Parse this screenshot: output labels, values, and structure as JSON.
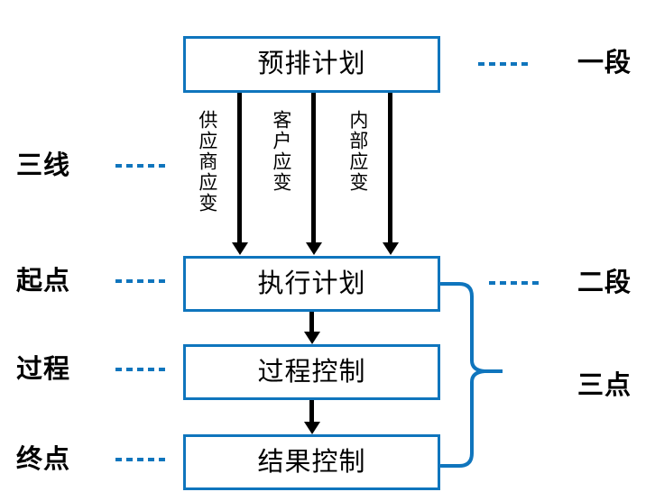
{
  "diagram": {
    "title_boxes": {
      "plan": "预排计划",
      "execute": "执行计划",
      "process_control": "过程控制",
      "result_control": "结果控制"
    },
    "arrow_labels": {
      "supplier": "供应商应变",
      "customer": "客户应变",
      "internal": "内部应变"
    },
    "left_labels": {
      "three_lines": "三线",
      "start": "起点",
      "process": "过程",
      "end": "终点"
    },
    "right_labels": {
      "stage_one": "一段",
      "stage_two": "二段",
      "three_points": "三点"
    },
    "colors": {
      "box_border": "#0f75bd",
      "dash": "#0f75bd",
      "brace": "#0f75bd",
      "arrow": "#000000",
      "text": "#000000",
      "background": "#ffffff"
    },
    "icons": {
      "down_arrow": "down-arrow-icon",
      "dashed_connector": "dashed-line-icon",
      "curly_brace": "curly-brace-icon"
    }
  }
}
